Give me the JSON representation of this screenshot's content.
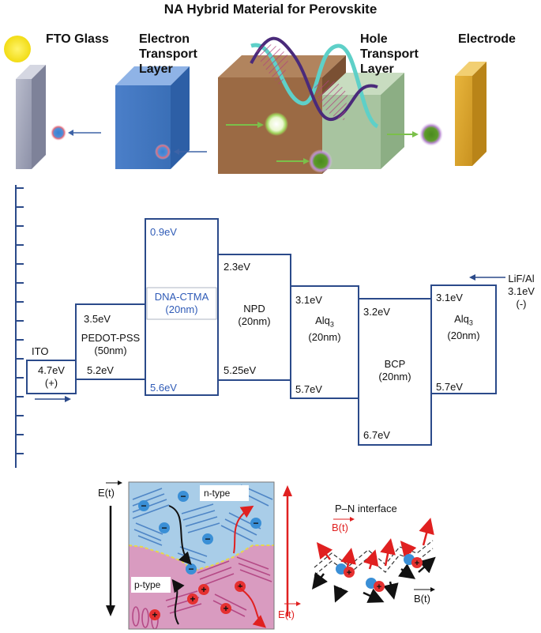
{
  "title": "NA Hybrid Material for Perovskite",
  "top_labels": {
    "fto": "FTO Glass",
    "etl_line1": "Electron",
    "etl_line2": "Transport",
    "etl_line3": "Layer",
    "htl_line1": "Hole",
    "htl_line2": "Transport",
    "htl_line3": "Layer",
    "electrode": "Electrode"
  },
  "energy_diagram": {
    "ito": {
      "name": "ITO",
      "level": "4.7eV",
      "sign": "(+)"
    },
    "pedot": {
      "top": "3.5eV",
      "name": "PEDOT-PSS",
      "thickness": "(50nm)",
      "bottom": "5.2eV"
    },
    "dna": {
      "top": "0.9eV",
      "name": "DNA-CTMA",
      "thickness": "(20nm)",
      "bottom": "5.6eV"
    },
    "npd": {
      "top": "2.3eV",
      "name": "NPD",
      "thickness": "(20nm)",
      "bottom": "5.25eV"
    },
    "alq1": {
      "top": "3.1eV",
      "name": "Alq",
      "sub": "3",
      "thickness": "(20nm)",
      "bottom": "5.7eV"
    },
    "bcp": {
      "top": "3.2eV",
      "name": "BCP",
      "thickness": "(20nm)",
      "bottom": "6.7eV"
    },
    "alq2": {
      "top": "3.1eV",
      "name": "Alq",
      "sub": "3",
      "thickness": "(20nm)",
      "bottom": "5.7eV"
    },
    "lif": {
      "name": "LiF/Al",
      "level": "3.1eV",
      "sign": "(-)"
    }
  },
  "bottom": {
    "et_label": "E(t)",
    "et_label_red": "E(t)",
    "ntype": "n-type",
    "ptype": "p-type",
    "pn_interface": "P–N interface",
    "bt_red": "B(t)",
    "bt_black": "B(t)",
    "minus": "−",
    "plus": "+"
  },
  "colors": {
    "box_blue": "#2b4a8a",
    "text_blue": "#2f5bb7",
    "red": "#e02020",
    "ntype_bg": "#a9cde8",
    "ptype_bg": "#d99bc0"
  }
}
